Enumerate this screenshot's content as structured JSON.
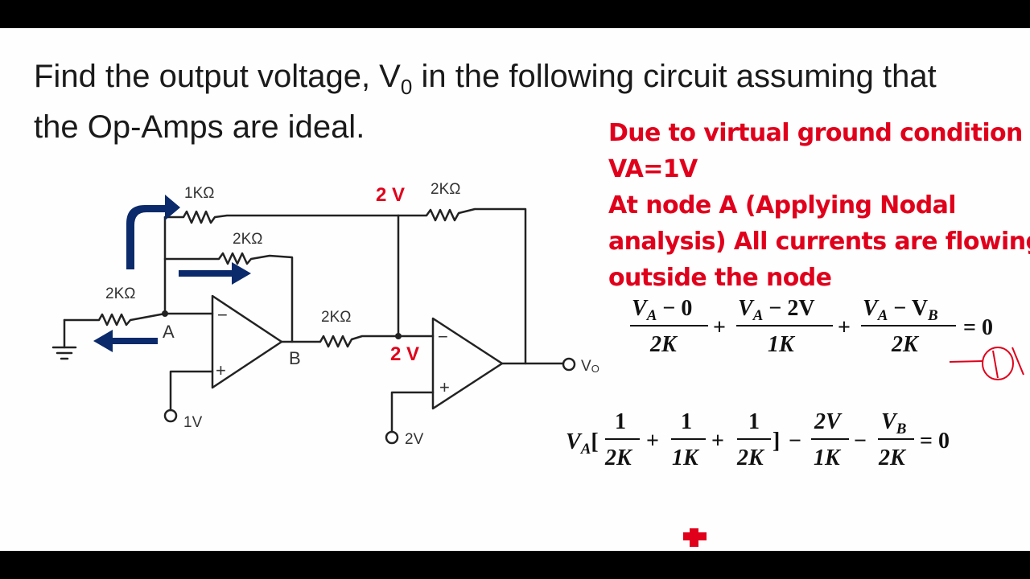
{
  "question": {
    "line1_a": "Find the output voltage, V",
    "line1_sub": "0",
    "line1_b": " in the following circuit assuming that",
    "line2": "the Op-Amps are ideal."
  },
  "notes": [
    "Due to virtual ground condition",
    "VA=1V",
    "At node A (Applying Nodal",
    "analysis) All currents are flowing",
    "outside the node"
  ],
  "circuit": {
    "r_top": "1KΩ",
    "r_feedback1": "2KΩ",
    "r_ground": "2KΩ",
    "r_mid": "2KΩ",
    "r_top_right": "2KΩ",
    "node_a": "A",
    "node_b": "B",
    "src1": "1V",
    "src2": "2V",
    "out": "V",
    "out_sub": "O",
    "minus": "−",
    "plus": "+",
    "annot_top": "2 V",
    "annot_mid": "2 V"
  },
  "equation1": {
    "t1_num_a": "V",
    "t1_num_sub": "A",
    "t1_num_b": " − 0",
    "t1_den": "2K",
    "plus": "+",
    "t2_num_a": "V",
    "t2_num_sub": "A",
    "t2_num_b": " − 2V",
    "t2_den": "1K",
    "t3_num_a": "V",
    "t3_num_sub": "A",
    "t3_num_b": " − V",
    "t3_num_sub2": "B",
    "t3_den": "2K",
    "rhs": "= 0"
  },
  "equation2": {
    "lead": "V",
    "lead_sub": "A",
    "bracket_open": "[",
    "bracket_close": "]",
    "f1_num": "1",
    "f1_den": "2K",
    "f2_num": "1",
    "f2_den": "1K",
    "f3_num": "1",
    "f3_den": "2K",
    "plus": "+",
    "minus": "−",
    "f4_num": "2V",
    "f4_den": "1K",
    "f5_num": "V",
    "f5_num_sub": "B",
    "f5_den": "2K",
    "rhs": "= 0"
  },
  "colors": {
    "annotation_red": "#e0001b",
    "arrow_navy": "#0b2a6b",
    "wire": "#222222"
  }
}
